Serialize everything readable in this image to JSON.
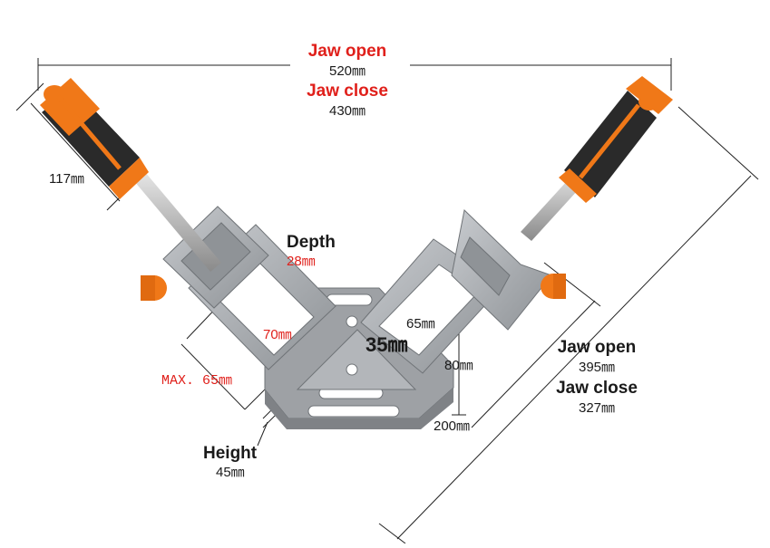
{
  "diagram": {
    "overall_jaw_open_label": "Jaw open",
    "overall_jaw_open_value": "520㎜",
    "overall_jaw_close_label": "Jaw close",
    "overall_jaw_close_value": "430㎜",
    "handle_length": "117㎜",
    "depth_label": "Depth",
    "depth_value": "28㎜",
    "inner_width": "70㎜",
    "max_opening": "MAX. 65㎜",
    "height_label": "Height",
    "height_value": "45㎜",
    "side_a": "65㎜",
    "corner_width": "35㎜",
    "side_b": "80㎜",
    "base_length": "200㎜",
    "side_jaw_open_label": "Jaw open",
    "side_jaw_open_value": "395㎜",
    "side_jaw_close_label": "Jaw close",
    "side_jaw_close_value": "327㎜"
  },
  "colors": {
    "handle_orange": "#f07818",
    "handle_black": "#2a2a2a",
    "body_gray": "#a9acb0",
    "label_red": "#e0201b"
  }
}
